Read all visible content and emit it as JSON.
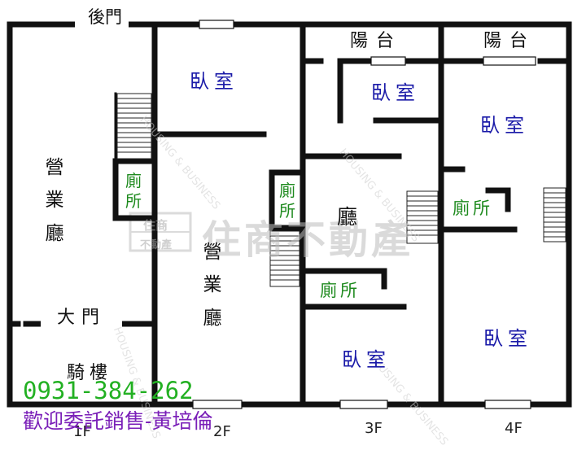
{
  "watermark": {
    "brand": "住商不動產",
    "english": "HOUSING & BUSINESS",
    "logo_top": "住商",
    "logo_bottom": "不動產"
  },
  "floors": {
    "f1": {
      "label": "1F",
      "back_door": "後門",
      "business_hall": "營業廳",
      "toilet": "廁所",
      "main_door": "大門",
      "arcade": "騎樓"
    },
    "f2": {
      "label": "2F",
      "bedroom": "臥室",
      "toilet": "廁所",
      "business_hall": "營業廳"
    },
    "f3": {
      "label": "3F",
      "balcony": "陽台",
      "bedroom_upper": "臥室",
      "living_hall": "廳",
      "toilet": "廁所",
      "bedroom_lower": "臥室"
    },
    "f4": {
      "label": "4F",
      "balcony": "陽台",
      "bedroom_upper": "臥室",
      "toilet": "廁所",
      "bedroom_lower": "臥室"
    }
  },
  "contact": {
    "phone": "0931-384-262",
    "slogan": "歡迎委託銷售-黃培倫"
  },
  "colors": {
    "wall": "#111111",
    "bedroom_text": "#1a1aa8",
    "toilet_text": "#1e8a1e",
    "phone_text": "#22b022",
    "slogan_text": "#7a1fb8"
  }
}
